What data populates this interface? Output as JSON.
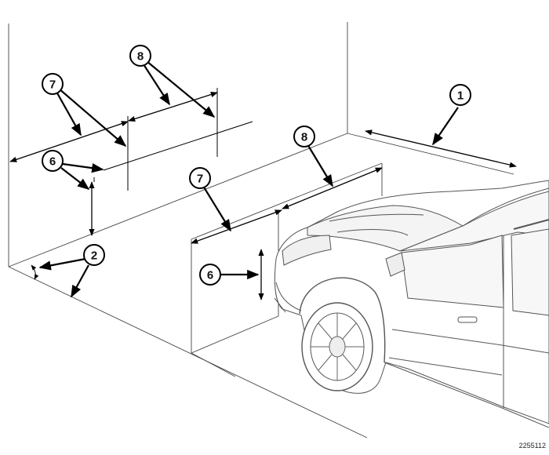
{
  "figure": {
    "figure_number": "2255112",
    "callouts": [
      {
        "id": "c1",
        "label": "1"
      },
      {
        "id": "c2",
        "label": "2"
      },
      {
        "id": "c6a",
        "label": "6"
      },
      {
        "id": "c6b",
        "label": "6"
      },
      {
        "id": "c7a",
        "label": "7"
      },
      {
        "id": "c7b",
        "label": "7"
      },
      {
        "id": "c8a",
        "label": "8"
      },
      {
        "id": "c8b",
        "label": "8"
      }
    ]
  }
}
